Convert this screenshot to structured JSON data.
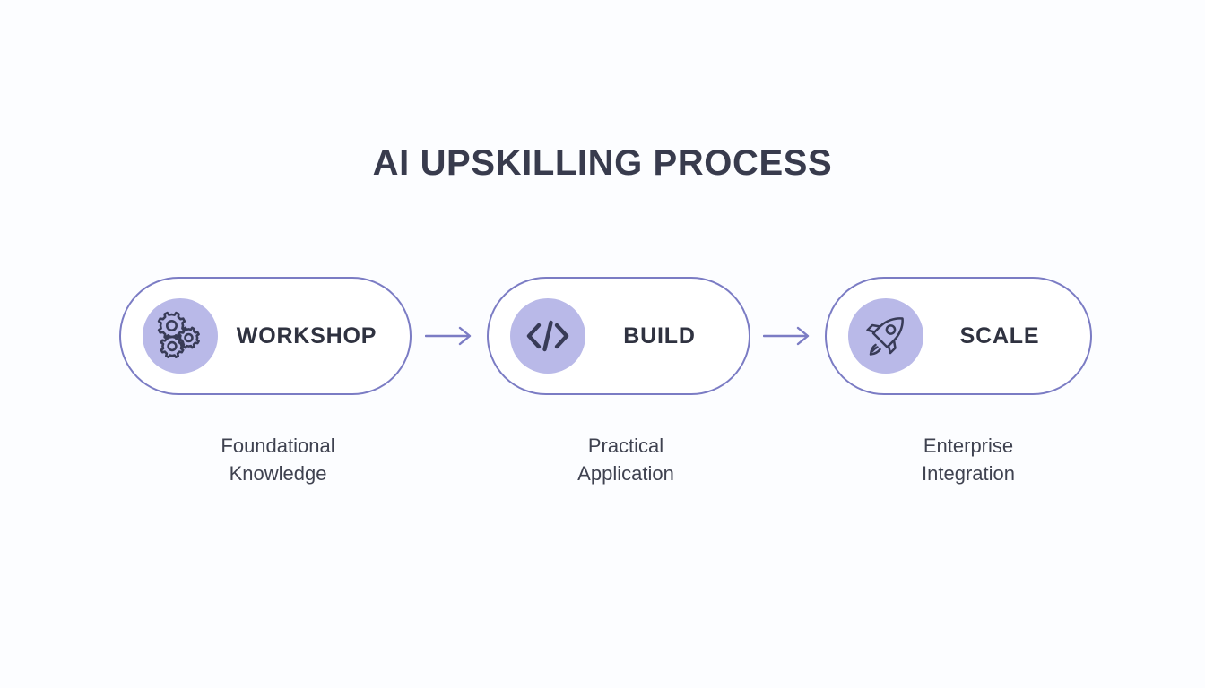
{
  "page": {
    "title": "AI UPSKILLING PROCESS",
    "background_color": "#fcfdff",
    "title_color": "#383b4d"
  },
  "theme": {
    "card_border_color": "#7b7cc4",
    "card_background": "#ffffff",
    "icon_circle_color": "#b9b9e8",
    "icon_stroke_color": "#383b57",
    "label_color": "#2f3240",
    "caption_color": "#3f4250",
    "arrow_color": "#7b7cc4"
  },
  "flow": {
    "stages": [
      {
        "label": "WORKSHOP",
        "icon": "gears-icon",
        "caption": "Foundational\nKnowledge"
      },
      {
        "label": "BUILD",
        "icon": "code-brackets-icon",
        "caption": "Practical\nApplication"
      },
      {
        "label": "SCALE",
        "icon": "rocket-icon",
        "caption": "Enterprise\nIntegration"
      }
    ],
    "connectors": [
      {
        "icon": "arrow-right-icon"
      },
      {
        "icon": "arrow-right-icon"
      }
    ]
  }
}
